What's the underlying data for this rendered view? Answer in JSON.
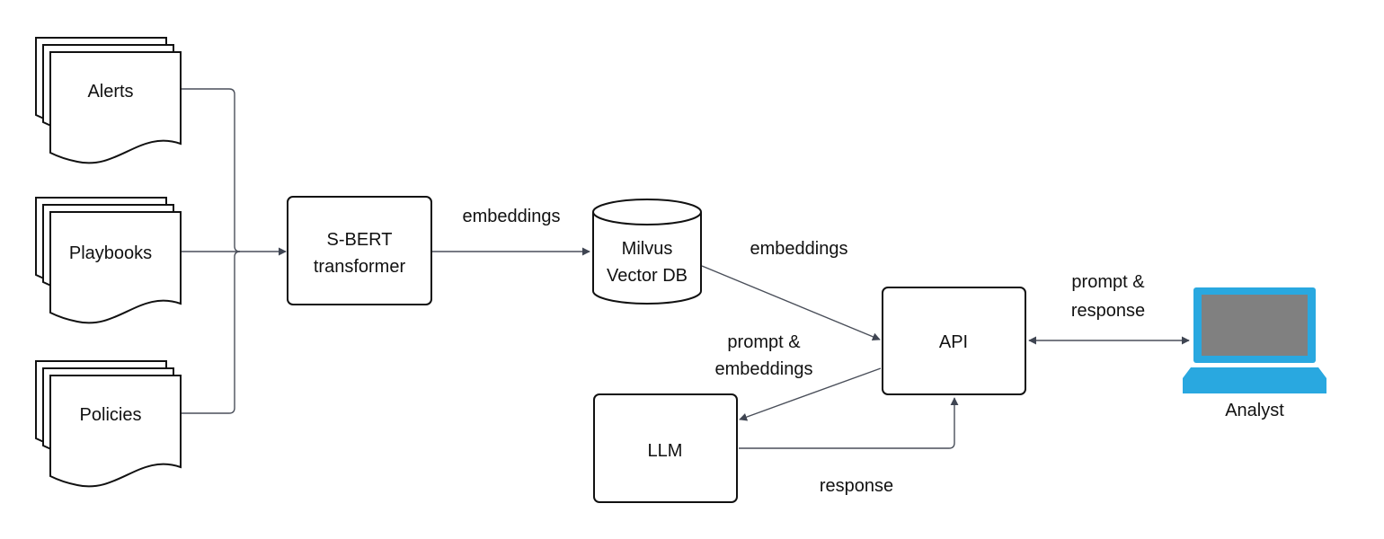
{
  "sources": [
    {
      "id": "alerts",
      "label": "Alerts"
    },
    {
      "id": "playbooks",
      "label": "Playbooks"
    },
    {
      "id": "policies",
      "label": "Policies"
    }
  ],
  "transformer": {
    "line1": "S-BERT",
    "line2": "transformer"
  },
  "vector_db": {
    "line1": "Milvus",
    "line2": "Vector DB"
  },
  "api": {
    "label": "API"
  },
  "llm": {
    "label": "LLM"
  },
  "analyst": {
    "label": "Analyst"
  },
  "edges": {
    "transformer_to_db": "embeddings",
    "db_to_api": "embeddings",
    "api_to_llm": {
      "line1": "prompt &",
      "line2": "embeddings"
    },
    "llm_to_api": "response",
    "api_analyst": {
      "line1": "prompt &",
      "line2": "response"
    }
  },
  "colors": {
    "laptop_frame": "#29a8e0",
    "laptop_screen": "#808080",
    "line": "#4a4f5a",
    "outline": "#111111"
  }
}
